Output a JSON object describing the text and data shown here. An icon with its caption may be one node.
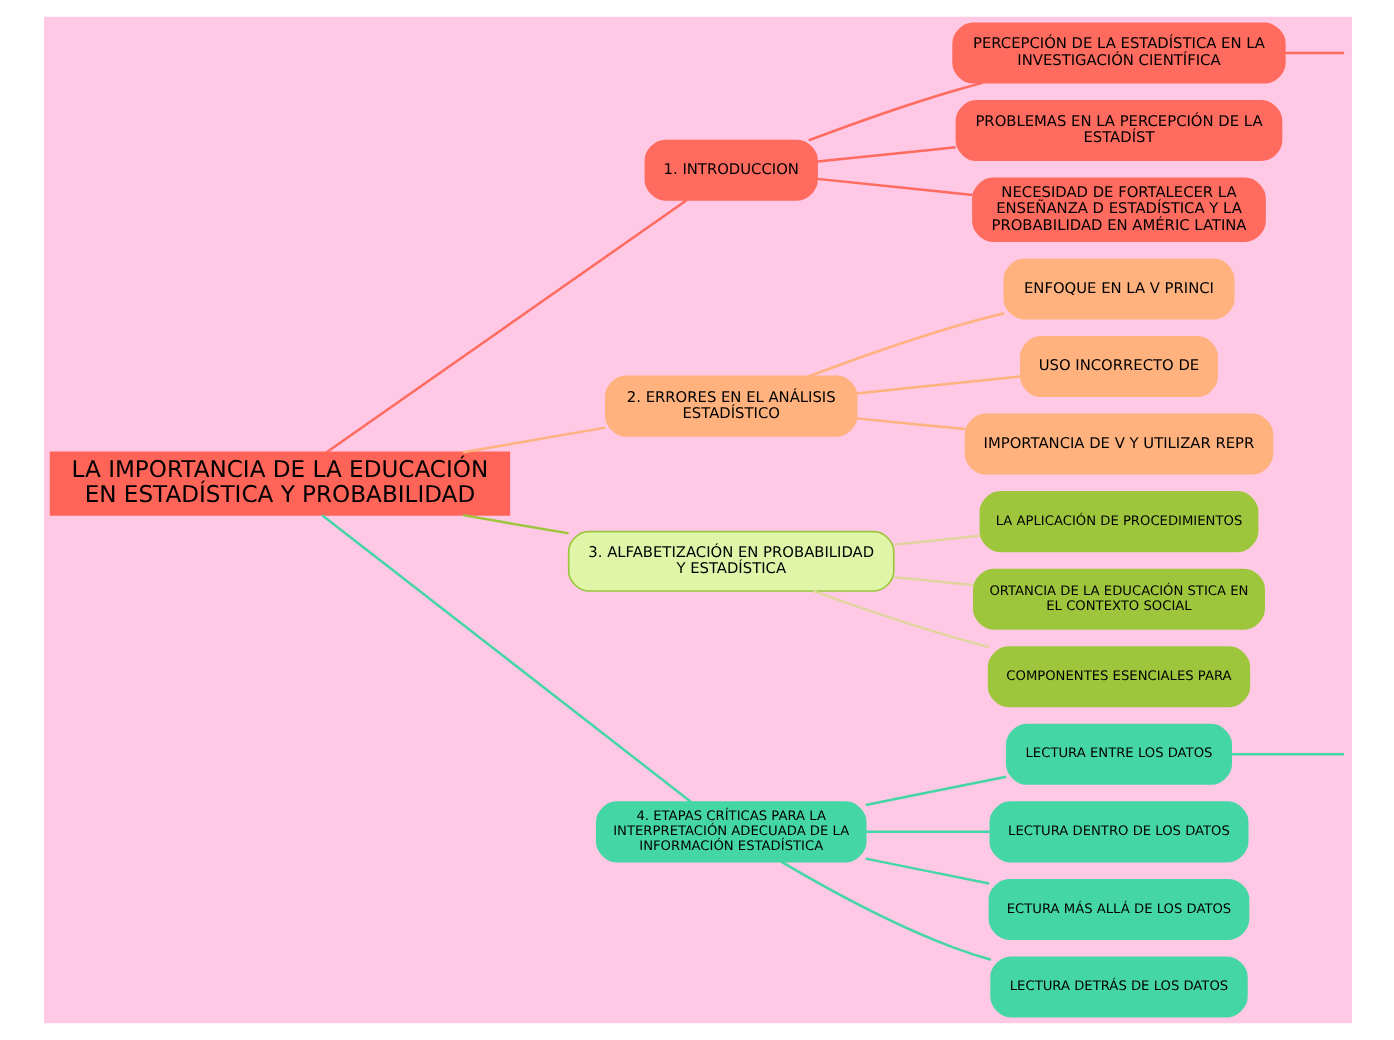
{
  "diagram": {
    "nodes": [
      {
        "text": [
          "LA IMPORTANCIA DE LA EDUCACIÓN EN ESTADÍSTICA Y PROBABILIDAD"
        ]
      },
      {
        "text": [
          "1. INTRODUCCION"
        ]
      },
      {
        "text": [
          "PERCEPCIÓN DE LA ESTADÍSTICA EN LA INVESTIGACIÓN CIENTÍFICA"
        ]
      },
      {
        "text": [
          "PROBLEMAS EN LA PERCEPCIÓN DE LA ESTADÍST"
        ]
      },
      {
        "text": [
          "NECESIDAD DE FORTALECER LA ENSEÑANZA D ESTADÍSTICA Y LA PROBABILIDAD EN AMÉRIC LATINA"
        ]
      },
      {
        "text": [
          "2. ERRORES EN EL ANÁLISIS ESTADÍSTICO"
        ]
      },
      {
        "text": [
          "ENFOQUE EN LA V PRINCI"
        ]
      },
      {
        "text": [
          "USO INCORRECTO DE"
        ]
      },
      {
        "text": [
          "IMPORTANCIA DE V Y UTILIZAR REPR"
        ]
      },
      {
        "text": [
          "3. ALFABETIZACIÓN EN PROBABILIDAD Y ESTADÍSTICA"
        ]
      },
      {
        "text": [
          "LA APLICACIÓN DE PROCEDIMIENTOS"
        ]
      },
      {
        "text": [
          "ORTANCIA DE LA EDUCACIÓN STICA EN EL CONTEXTO SOCIAL"
        ]
      },
      {
        "text": [
          "COMPONENTES ESENCIALES PARA"
        ]
      },
      {
        "text": [
          "4. ETAPAS CRÍTICAS PARA LA INTERPRETACIÓN ADECUADA DE LA INFORMACIÓN ESTADÍSTICA"
        ]
      },
      {
        "text": [
          "LECTURA ENTRE LOS DATOS"
        ]
      },
      {
        "text": [
          "LECTURA DENTRO DE LOS DATOS"
        ]
      },
      {
        "text": [
          "ECTURA MÁS ALLÁ DE LOS DATOS"
        ]
      },
      {
        "text": [
          "LECTURA DETRÁS DE LOS DATOS"
        ]
      }
    ],
    "edges": [
      {
        "from": 0,
        "to": 1,
        "arrow": "none",
        "color": "#ff6b5e"
      },
      {
        "from": 1,
        "to": 2,
        "arrow": "none",
        "color": "#ff6b5e"
      },
      {
        "from": 1,
        "to": 3,
        "arrow": "none",
        "color": "#ff6b5e"
      },
      {
        "from": 1,
        "to": 4,
        "arrow": "none",
        "color": "#ff6b5e"
      },
      {
        "from": 2,
        "to": null,
        "arrow": "none",
        "color": "#ff6b5e"
      },
      {
        "from": 0,
        "to": 5,
        "arrow": "none",
        "color": "#ffb27e"
      },
      {
        "from": 5,
        "to": 6,
        "arrow": "none",
        "color": "#ffb27e"
      },
      {
        "from": 5,
        "to": 7,
        "arrow": "none",
        "color": "#ffb27e"
      },
      {
        "from": 5,
        "to": 8,
        "arrow": "none",
        "color": "#ffb27e"
      },
      {
        "from": 0,
        "to": 9,
        "arrow": "none",
        "color": "#9bc53d"
      },
      {
        "from": 9,
        "to": 10,
        "arrow": "none",
        "color": "#e0d3a0"
      },
      {
        "from": 9,
        "to": 11,
        "arrow": "none",
        "color": "#e0d3a0"
      },
      {
        "from": 9,
        "to": 12,
        "arrow": "none",
        "color": "#e0d3a0"
      },
      {
        "from": 0,
        "to": 13,
        "arrow": "none",
        "color": "#45d6a6"
      },
      {
        "from": 13,
        "to": 14,
        "arrow": "none",
        "color": "#45d6a6"
      },
      {
        "from": 13,
        "to": 15,
        "arrow": "none",
        "color": "#45d6a6"
      },
      {
        "from": 13,
        "to": 16,
        "arrow": "none",
        "color": "#45d6a6"
      },
      {
        "from": 13,
        "to": 17,
        "arrow": "none",
        "color": "#45d6a6"
      },
      {
        "from": 14,
        "to": null,
        "arrow": "none",
        "color": "#45d6a6"
      }
    ]
  }
}
